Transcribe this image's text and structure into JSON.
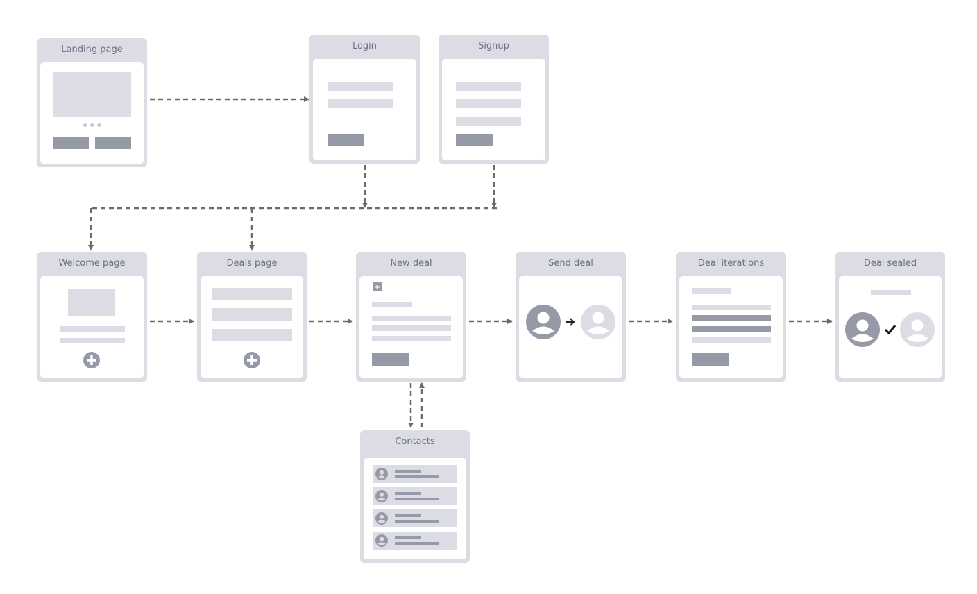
{
  "screens": {
    "landing": {
      "title": "Landing page"
    },
    "login": {
      "title": "Login"
    },
    "signup": {
      "title": "Signup"
    },
    "welcome": {
      "title": "Welcome page"
    },
    "deals": {
      "title": "Deals page"
    },
    "new_deal": {
      "title": "New deal"
    },
    "send_deal": {
      "title": "Send deal"
    },
    "iterations": {
      "title": "Deal iterations"
    },
    "sealed": {
      "title": "Deal sealed"
    },
    "contacts": {
      "title": "Contacts",
      "rows": 4
    }
  },
  "flows": [
    {
      "from": "Landing page",
      "to": "Login"
    },
    {
      "from": "Login",
      "to": "Welcome page"
    },
    {
      "from": "Login",
      "to": "Deals page"
    },
    {
      "from": "Signup",
      "to": "Welcome page"
    },
    {
      "from": "Signup",
      "to": "Deals page"
    },
    {
      "from": "Welcome page",
      "to": "Deals page"
    },
    {
      "from": "Deals page",
      "to": "New deal"
    },
    {
      "from": "New deal",
      "to": "Send deal"
    },
    {
      "from": "Send deal",
      "to": "Deal iterations"
    },
    {
      "from": "Deal iterations",
      "to": "Deal sealed"
    },
    {
      "from": "New deal",
      "to": "Contacts"
    },
    {
      "from": "Contacts",
      "to": "New deal"
    }
  ],
  "colors": {
    "frame": "#dcdce4",
    "placeholder_light": "#dcdce4",
    "placeholder_dark": "#9699a6",
    "connector": "#6b6b6b",
    "label": "#6e7080"
  }
}
